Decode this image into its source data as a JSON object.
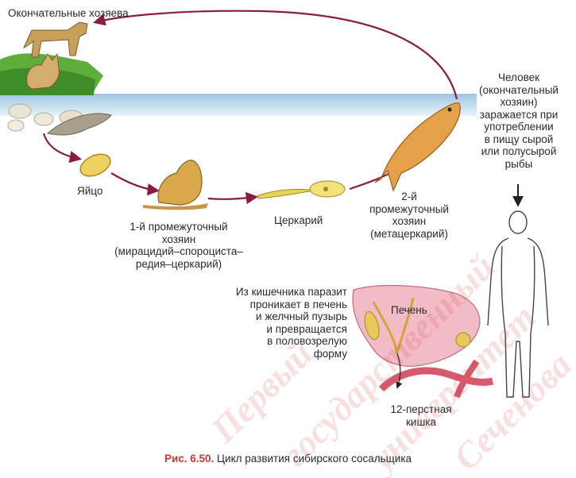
{
  "labels": {
    "definitive_hosts": "Окончательные хозяева",
    "egg": "Яйцо",
    "first_host": [
      "1-й промежуточный",
      "хозяин",
      "(мирацидий–спороциста–",
      "редия–церкарий)"
    ],
    "cercaria": "Церкарий",
    "second_host": [
      "2-й",
      "промежуточный",
      "хозяин",
      "(метацеркарий)"
    ],
    "human": [
      "Человек",
      "(окончательный",
      "хозяин)",
      "заражается при",
      "употреблении",
      "в пищу сырой",
      "или полусырой",
      "рыбы"
    ],
    "parasite_path": [
      "Из кишечника паразит",
      "проникает в печень",
      "и желчный пузырь",
      "и превращается",
      "в половозрелую",
      "форму"
    ],
    "liver": "Печень",
    "duodenum": [
      "12-перстная",
      "кишка"
    ]
  },
  "caption": {
    "figure": "Рис. 6.50.",
    "text": " Цикл развития сибирского сосальщика"
  },
  "watermark": [
    "Первый",
    "государственный",
    "университет",
    "Сеченова"
  ],
  "colors": {
    "arrow": "#8a1c3c",
    "water": "#bcd8ea",
    "caption_accent": "#c8392b",
    "fish": "#e3a24a",
    "watermark": "#dc3c3c"
  }
}
